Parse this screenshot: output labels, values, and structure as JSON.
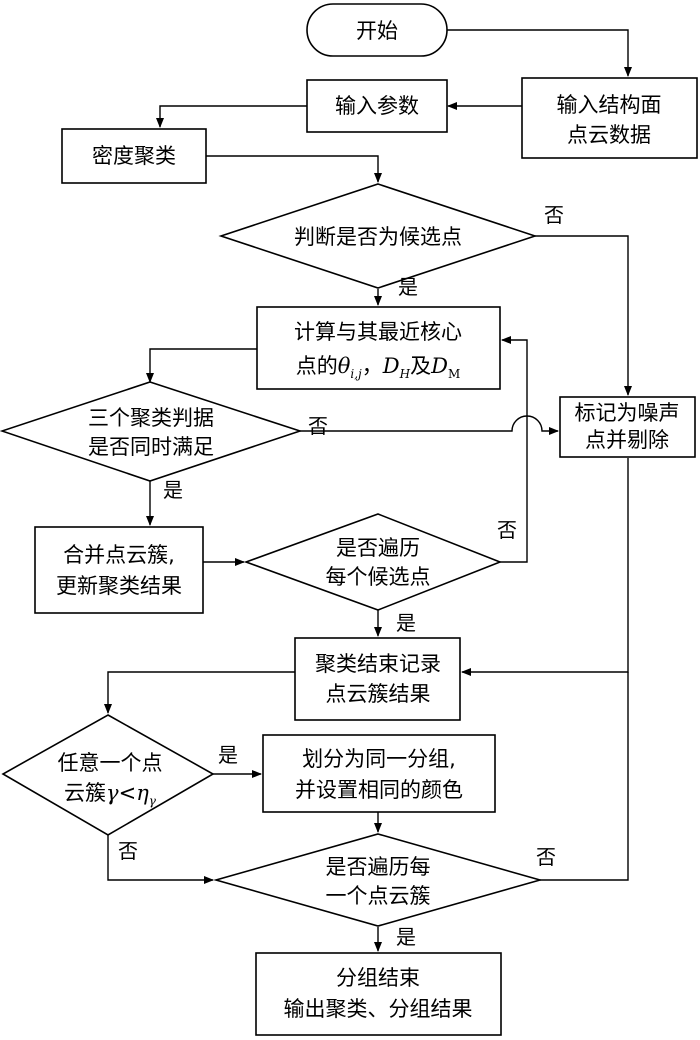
{
  "nodes": {
    "start": "开始",
    "input_pointcloud": [
      "输入结构面",
      "点云数据"
    ],
    "input_params": "输入参数",
    "density_cluster": "密度聚类",
    "judge_candidate": "判断是否为候选点",
    "compute": {
      "line1": "计算与其最近核心",
      "line2_prefix": "点的",
      "theta": "θ",
      "theta_sub": "i,j",
      "sep": "，",
      "dh": "D",
      "dh_sub": "H",
      "and": "及",
      "dm": "D",
      "dm_sub": "M"
    },
    "three_criteria": [
      "三个聚类判据",
      "是否同时满足"
    ],
    "mark_noise": [
      "标记为噪声",
      "点并剔除"
    ],
    "merge": [
      "合并点云簇,",
      "更新聚类结果"
    ],
    "traverse_candidates": [
      "是否遍历",
      "每个候选点"
    ],
    "cluster_end": [
      "聚类结束记录",
      "点云簇结果"
    ],
    "any_cluster": {
      "line1": "任意一个点",
      "line2_prefix": "云簇",
      "gamma": "γ",
      "lt": "<",
      "eta": "η",
      "eta_sub": "γ"
    },
    "divide_group": [
      "划分为同一分组,",
      "并设置相同的颜色"
    ],
    "traverse_clusters": [
      "是否遍历每",
      "一个点云簇"
    ],
    "group_end": [
      "分组结束",
      "输出聚类、分组结果"
    ]
  },
  "edge_labels": {
    "yes": "是",
    "no": "否"
  }
}
